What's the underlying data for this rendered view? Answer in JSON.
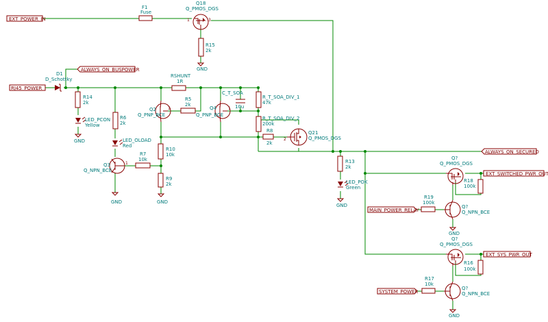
{
  "nets": {
    "ext_power_in": "EXT_POWER_IN",
    "rj45_power": "RJ45_POWER",
    "always_on_buspower": "ALWAYS_ON_BUSPOWER",
    "always_on_secured": "ALWAYS_ON_SECURED",
    "ext_switched_pwr_out": "EXT_SWITCHED_PWR_OUT",
    "ext_sys_pwr_out": "EXT_SYS_PWR_OUT",
    "main_power_relay": "MAIN_POWER_RELAY",
    "system_power": "SYSTEM_POWER",
    "gnd": "GND"
  },
  "components": {
    "f1": {
      "ref": "F1",
      "value": "Fuse"
    },
    "q18": {
      "ref": "Q18",
      "value": "Q_PMOS_DGS"
    },
    "r15": {
      "ref": "R15",
      "value": "2k"
    },
    "d1": {
      "ref": "D1",
      "value": "D_Schottky"
    },
    "r14": {
      "ref": "R14",
      "value": "2k"
    },
    "led_pcon": {
      "ref": "LED_PCON",
      "value": "Yellow"
    },
    "r6": {
      "ref": "R6",
      "value": "2k"
    },
    "led_oload": {
      "ref": "LED_OLOAD",
      "value": "Red"
    },
    "q3": {
      "ref": "Q3",
      "value": "Q_NPN_BCE"
    },
    "r7": {
      "ref": "R7",
      "value": "10k"
    },
    "rshunt": {
      "ref": "RSHUNT",
      "value": "1R"
    },
    "q2": {
      "ref": "Q2",
      "value": "Q_PNP_BCE"
    },
    "r5": {
      "ref": "R5",
      "value": "2k"
    },
    "q4": {
      "ref": "Q4",
      "value": "Q_PNP_BCE"
    },
    "c_t_soa": {
      "ref": "C_T_SOA",
      "value": "10u"
    },
    "r_t_soa_div_1": {
      "ref": "R_T_SOA_DIV_1",
      "value": "47k"
    },
    "r_t_soa_div_2": {
      "ref": "R_T_SOA_DIV_2",
      "value": "200k"
    },
    "r8": {
      "ref": "R8",
      "value": "2k"
    },
    "q21": {
      "ref": "Q21",
      "value": "Q_PMOS_DGS"
    },
    "r10": {
      "ref": "R10",
      "value": "10k"
    },
    "r9": {
      "ref": "R9",
      "value": "2k"
    },
    "r13": {
      "ref": "R13",
      "value": "2k"
    },
    "led_pok": {
      "ref": "LED_POK",
      "value": "Green"
    },
    "q_sw": {
      "ref": "Q?",
      "value": "Q_PMOS_DGS"
    },
    "r18": {
      "ref": "R18",
      "value": "100k"
    },
    "r19": {
      "ref": "R19",
      "value": "100k"
    },
    "q_sw_npn": {
      "ref": "Q?",
      "value": "Q_NPN_BCE"
    },
    "q_sys": {
      "ref": "Q?",
      "value": "Q_PMOS_DGS"
    },
    "r16": {
      "ref": "R16",
      "value": "100k"
    },
    "r17": {
      "ref": "R17",
      "value": "10k"
    },
    "q_sys_npn": {
      "ref": "Q?",
      "value": "Q_NPN_BCE"
    }
  },
  "pins": {
    "p1": "1",
    "p2": "2",
    "p3": "3"
  }
}
